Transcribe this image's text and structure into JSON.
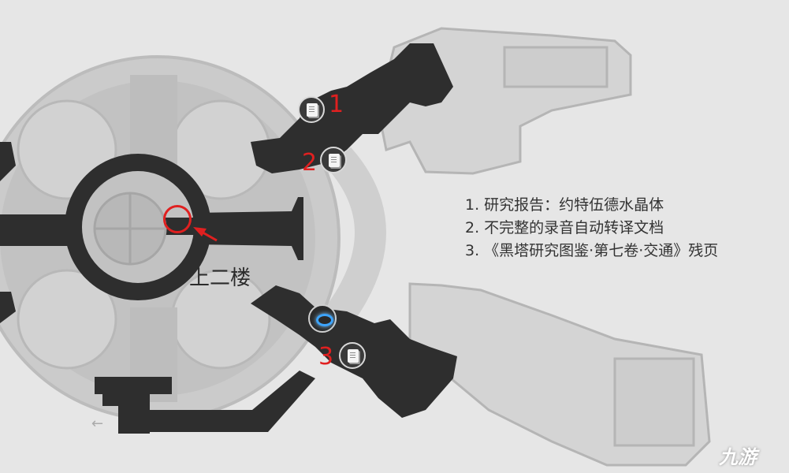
{
  "legend": {
    "items": [
      "1. 研究报告：约特伍德水晶体",
      "2. 不完整的录音自动转译文档",
      "3. 《黑塔研究图鉴·第七卷·交通》残页"
    ]
  },
  "markers": {
    "one": "1",
    "two": "2",
    "three": "3"
  },
  "floor_label": "上二楼",
  "watermark": "九游",
  "icons": {
    "document": "document-icon",
    "teleport": "space-anchor-icon",
    "back": "back-arrow-icon",
    "target": "target-circle-icon"
  },
  "colors": {
    "background": "#e6e6e6",
    "walkable": "#2e2e2e",
    "building": "#c9c9c9",
    "highlight": "#e02020",
    "teleport": "#3da5ff"
  }
}
